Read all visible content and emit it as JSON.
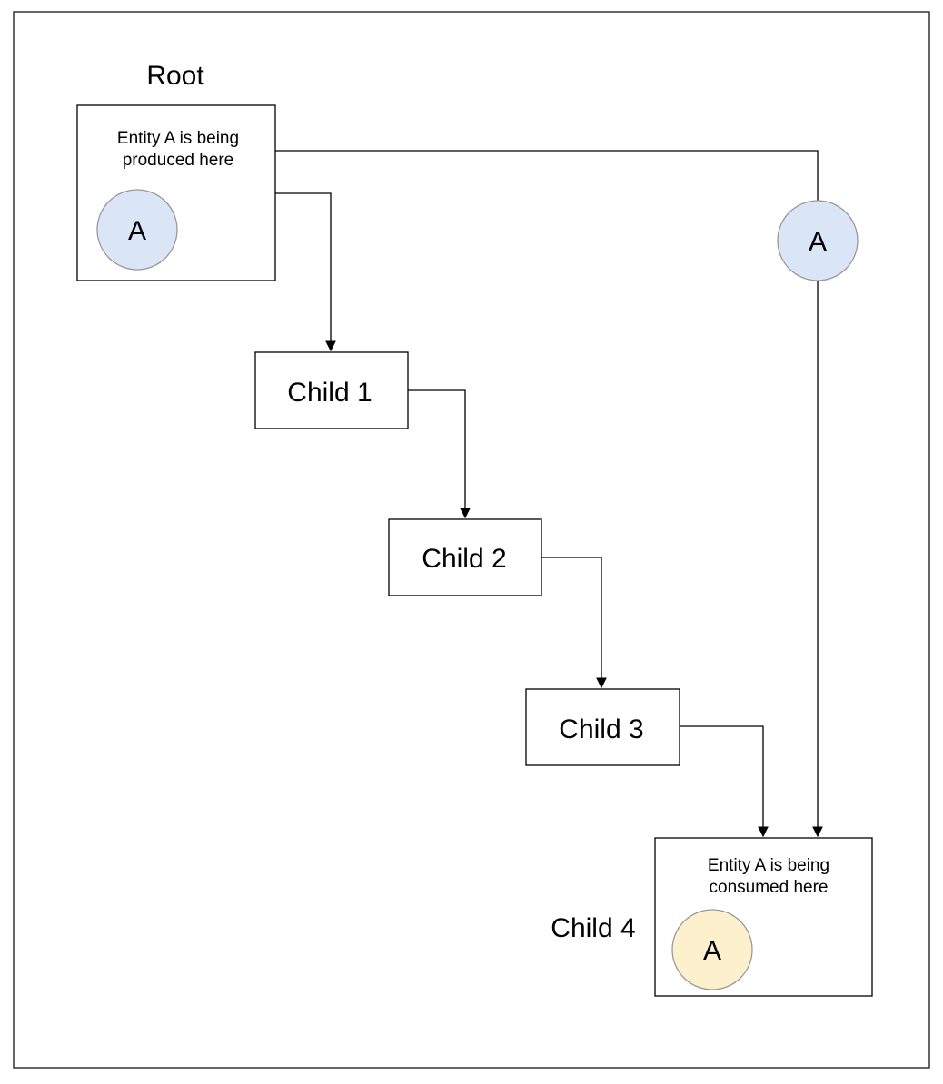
{
  "colors": {
    "circle_blue": "#dae6f6",
    "circle_yellow": "#fdf0cc",
    "stroke": "#000000",
    "circle_stroke": "#999999"
  },
  "root": {
    "title": "Root",
    "line1": "Entity A is being",
    "line2": "produced here",
    "entity": "A"
  },
  "flow_entity": "A",
  "children": {
    "child1": "Child 1",
    "child2": "Child 2",
    "child3": "Child 3",
    "child4": {
      "title": "Child 4",
      "line1": "Entity A is being",
      "line2": "consumed here",
      "entity": "A"
    }
  }
}
